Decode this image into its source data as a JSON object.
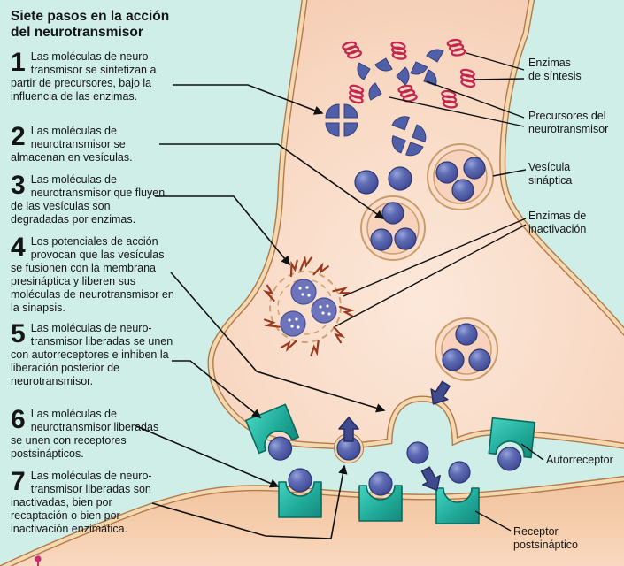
{
  "title": "Siete pasos en la acción\ndel neurotransmisor",
  "steps": [
    {
      "number": "1",
      "text": "Las moléculas de neuro-transmisor se sintetizan a partir de precursores, bajo la influencia de las enzimas."
    },
    {
      "number": "2",
      "text": "Las moléculas de neurotransmisor se almacenan en vesículas."
    },
    {
      "number": "3",
      "text": "Las moléculas de neurotransmisor que fluyen de las vesículas son degradadas por enzimas."
    },
    {
      "number": "4",
      "text": "Los potenciales de acción provocan que las vesículas se fusionen con la membrana presináptica y liberen sus moléculas de neurotransmisor en la sinapsis."
    },
    {
      "number": "5",
      "text": "Las moléculas de neuro-transmisor liberadas se unen con autorreceptores e inhiben la liberación posterior de neurotransmisor."
    },
    {
      "number": "6",
      "text": "Las moléculas de neurotransmisor liberadas se unen con receptores postsinápticos."
    },
    {
      "number": "7",
      "text": "Las moléculas de neuro-transmisor liberadas son inactivadas, bien por recaptación o bien por inactivación enzimática."
    }
  ],
  "labels": {
    "enzimas_sintesis": "Enzimas\nde síntesis",
    "precursores": "Precursores del\nneurotransmisor",
    "vesicula_sinaptica": "Vesícula\nsináptica",
    "enzimas_inactivacion": "Enzimas de\ninactivación",
    "autorreceptor": "Autorreceptor",
    "receptor_postsinaptico": "Receptor\npostsináptico"
  },
  "colors": {
    "background_mint": "#cfeee7",
    "cell_peach": "#f7d3bb",
    "membrane_cream": "#f2d9b1",
    "membrane_brown": "#b5794a",
    "molecule_blue": "#5363ae",
    "enzyme_red": "#c2274f",
    "inactivation_enzyme_brown": "#9c3a1f",
    "receptor_teal": "#1da090",
    "block_arrow_blue": "#3f4a8f",
    "text_black": "#151515",
    "marker_magenta": "#cc2b7a"
  }
}
